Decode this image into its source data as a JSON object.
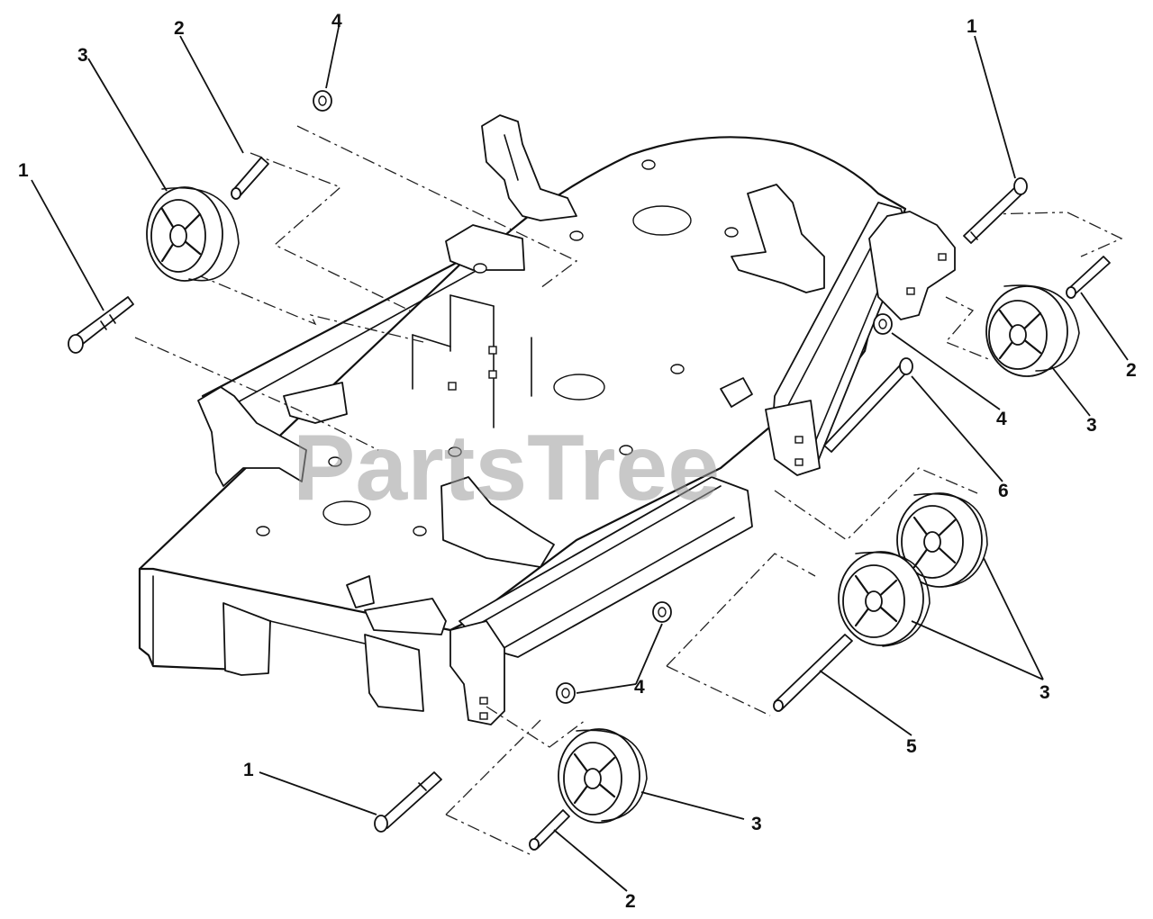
{
  "watermark": "PartsTree",
  "callouts": {
    "c1_top_right": "1",
    "c2_right": "2",
    "c3_right": "3",
    "c4_right": "4",
    "c6_right": "6",
    "c3_double": "3",
    "c5": "5",
    "c4_bottom": "4",
    "c1_bottom": "1",
    "c3_bottom": "3",
    "c2_bottom": "2",
    "c1_left": "1",
    "c3_left": "3",
    "c2_left": "2",
    "c4_top": "4"
  },
  "colors": {
    "line": "#111111",
    "watermark": "#9a9a9a",
    "background": "#ffffff"
  }
}
